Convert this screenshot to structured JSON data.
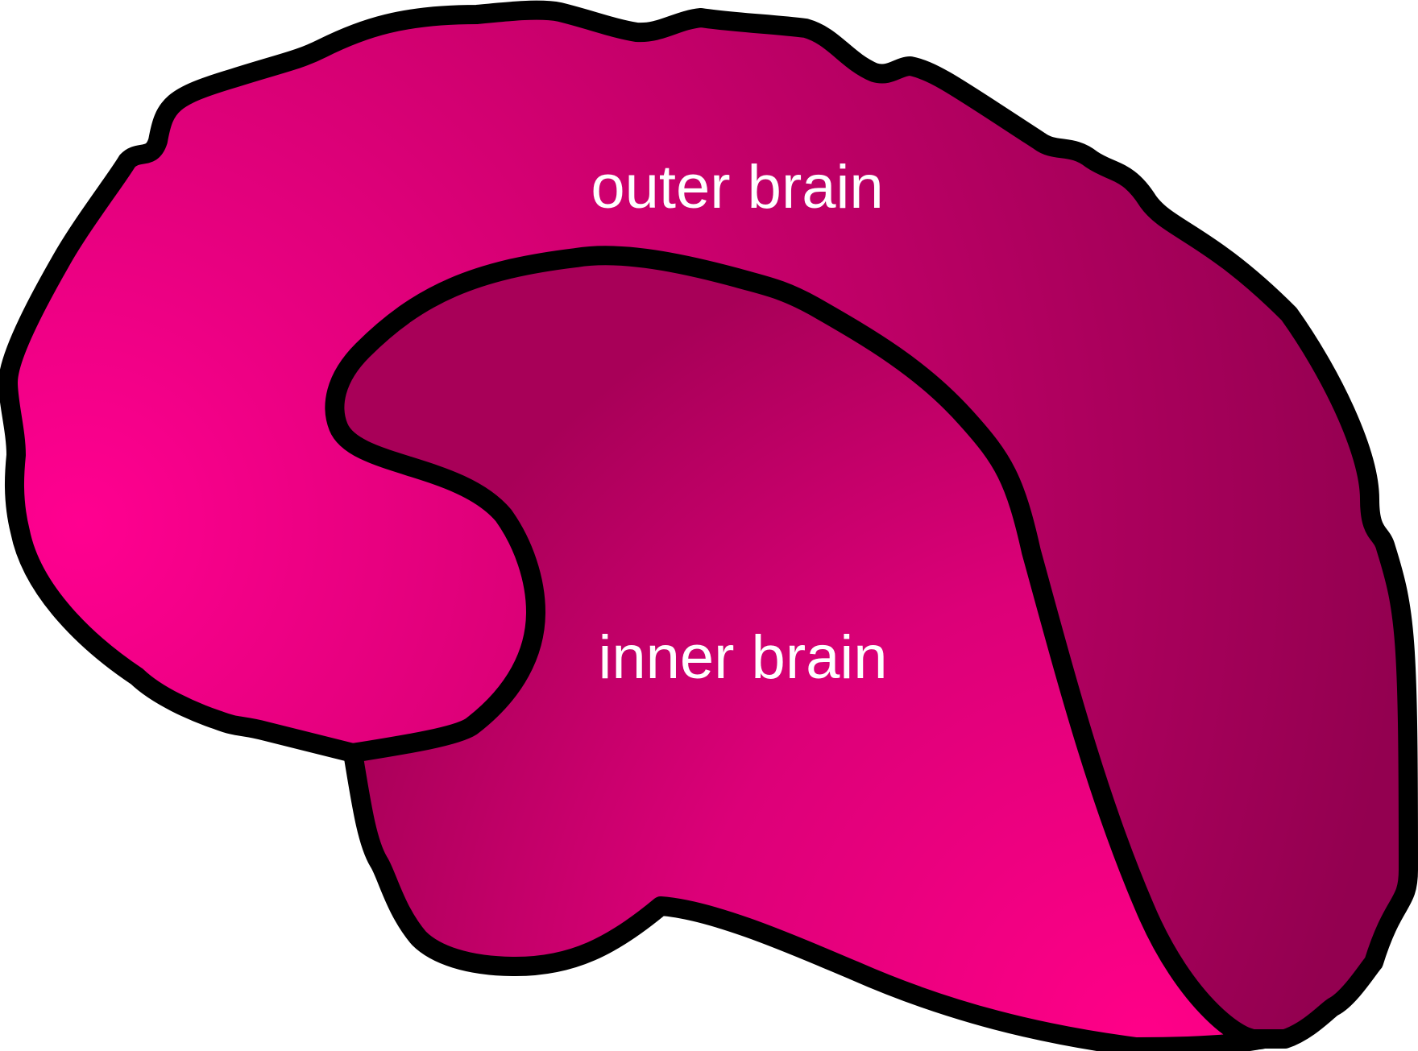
{
  "diagram": {
    "labels": {
      "outer": "outer brain",
      "inner": "inner brain"
    },
    "regions": [
      {
        "id": "outer-brain",
        "label_key": "outer"
      },
      {
        "id": "inner-brain",
        "label_key": "inner"
      }
    ],
    "colors": {
      "outline": "#000000",
      "outer_highlight": "#ff0090",
      "outer_mid": "#d10070",
      "outer_shadow": "#930050",
      "inner_highlight": "#ff0088",
      "inner_mid": "#dc0078",
      "inner_shadow": "#a80058",
      "label_text": "#ffffff"
    }
  }
}
